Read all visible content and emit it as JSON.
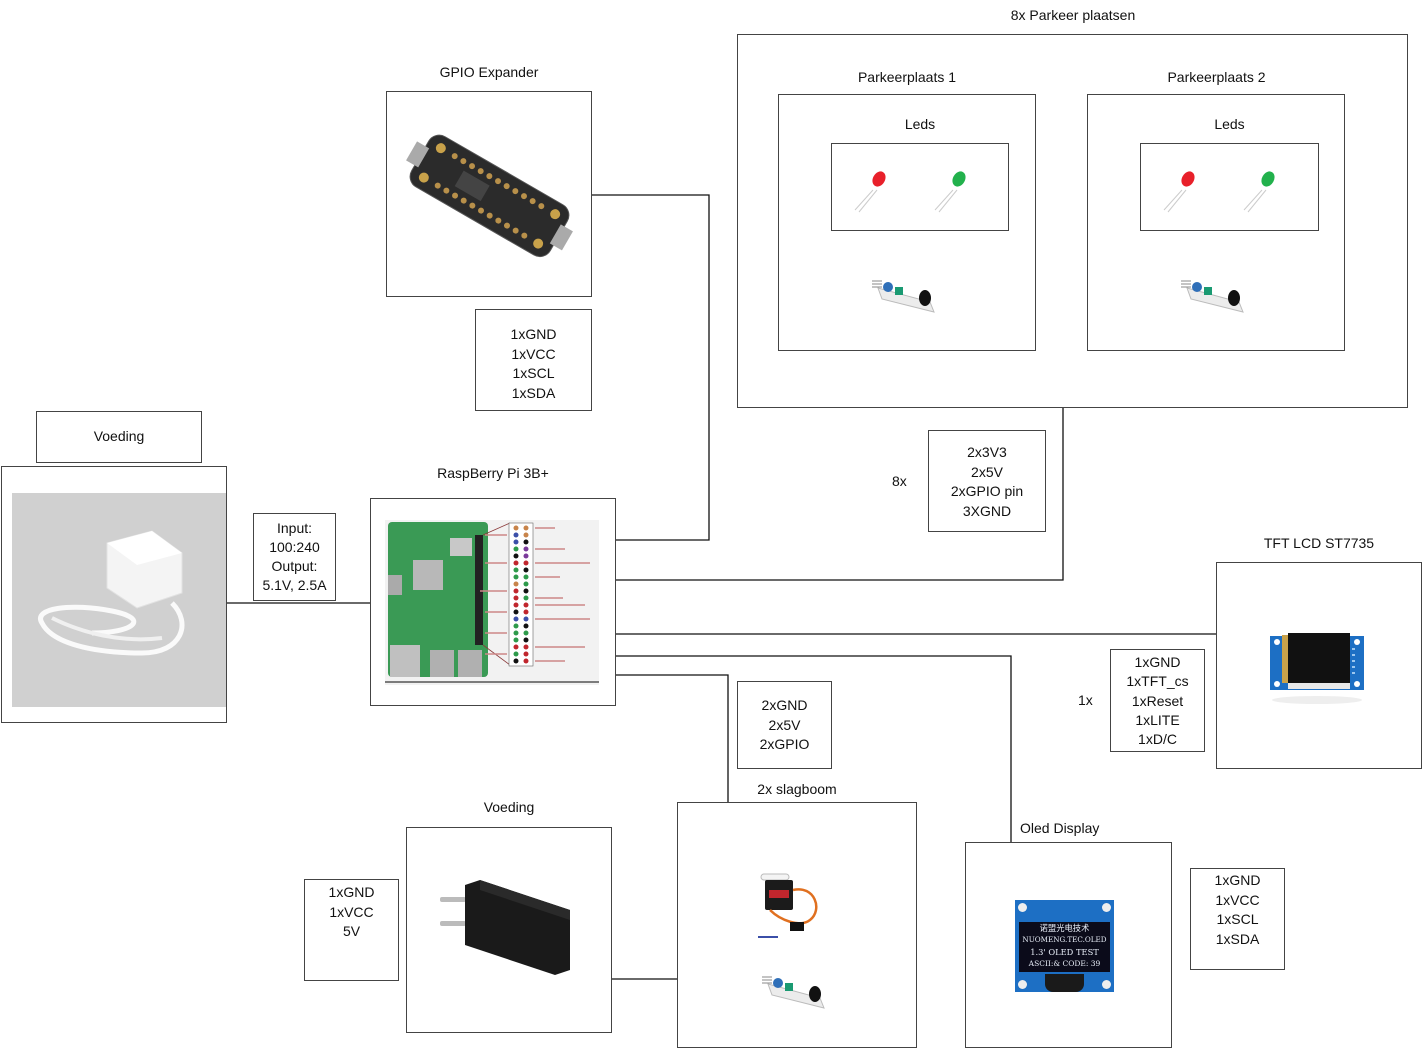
{
  "diagram": {
    "parking": {
      "title": "8x Parkeer plaatsen",
      "spots": [
        {
          "title": "Parkeerplaats 1",
          "leds_label": "Leds",
          "components": [
            "red-led",
            "green-led",
            "ir-sensor"
          ]
        },
        {
          "title": "Parkeerplaats 2",
          "leds_label": "Leds",
          "components": [
            "red-led",
            "green-led",
            "ir-sensor"
          ]
        }
      ],
      "multiplier": "8x",
      "pins": [
        "2x3V3",
        "2x5V",
        "2xGPIO pin",
        "3XGND"
      ]
    },
    "gpio_expander": {
      "title": "GPIO Expander",
      "pins": [
        "1xGND",
        "1xVCC",
        "1xSCL",
        "1xSDA"
      ]
    },
    "power_main": {
      "title": "Voeding",
      "spec": [
        "Input:",
        "100:240",
        "Output:",
        "5.1V, 2.5A"
      ]
    },
    "raspberry_pi": {
      "title": "RaspBerry Pi 3B+"
    },
    "tft": {
      "title": "TFT LCD ST7735",
      "multiplier": "1x",
      "pins": [
        "1xGND",
        "1xTFT_cs",
        "1xReset",
        "1xLITE",
        "1xD/C"
      ]
    },
    "barrier": {
      "title": "2x slagboom",
      "pins": [
        "2xGND",
        "2x5V",
        "2xGPIO"
      ],
      "components": [
        "servo",
        "ir-sensor"
      ]
    },
    "power_secondary": {
      "title": "Voeding",
      "pins": [
        "1xGND",
        "1xVCC",
        "5V"
      ]
    },
    "oled": {
      "title": "Oled Display",
      "pins": [
        "1xGND",
        "1xVCC",
        "1xSCL",
        "1xSDA"
      ],
      "screen_text": [
        "诺盟光电技术",
        "NUOMENG.TEC.OLED",
        "1.3' OLED TEST",
        "ASCII:& CODE: 39"
      ]
    },
    "colors": {
      "line": "#111111",
      "border": "#444444",
      "led_red": "#e8202a",
      "led_green": "#22b14c",
      "pcb_green": "#3a9a55",
      "pcb_blue": "#1d6fc4"
    }
  }
}
